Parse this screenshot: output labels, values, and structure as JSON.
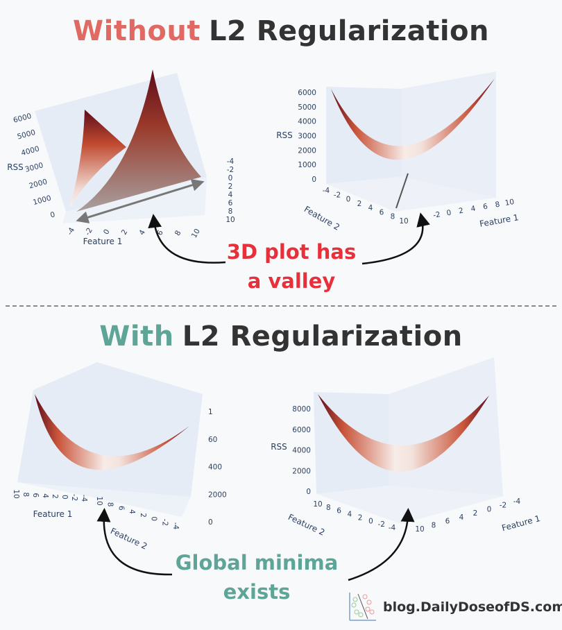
{
  "top": {
    "title_highlight": "Without",
    "title_rest": "L2 Regularization",
    "annotation_line1": "3D plot has",
    "annotation_line2": "a valley"
  },
  "bottom": {
    "title_highlight": "With",
    "title_rest": "L2 Regularization",
    "annotation_line1": "Global minima",
    "annotation_line2": "exists"
  },
  "colors": {
    "without": "#e06a63",
    "with": "#5fa597",
    "valley_note": "#e8303a",
    "surface_dark": "#6b0f1f",
    "surface_light": "#f7ece8",
    "panel": "#e5ecf6"
  },
  "plots": [
    {
      "z_label": "RSS",
      "x_label": "Feature 1",
      "z_ticks": [
        "0",
        "1000",
        "2000",
        "3000",
        "4000",
        "5000",
        "6000"
      ],
      "x_ticks": [
        "-4",
        "-2",
        "0",
        "2",
        "4",
        "6",
        "8",
        "10"
      ],
      "y_ticks": [
        "-4",
        "-2",
        "0",
        "2",
        "4",
        "6",
        "8",
        "10"
      ]
    },
    {
      "z_label": "RSS",
      "x_label": "Feature 1",
      "y_label": "Feature 2",
      "z_ticks": [
        "0",
        "1000",
        "2000",
        "3000",
        "4000",
        "5000",
        "6000"
      ],
      "y_ticks": [
        "-4",
        "-2",
        "0",
        "2",
        "4",
        "6",
        "8",
        "10"
      ],
      "x_ticks": [
        "-2",
        "0",
        "2",
        "4",
        "6",
        "8",
        "10"
      ]
    },
    {
      "x_label": "Feature 1",
      "y_label": "Feature 2",
      "x_ticks": [
        "10",
        "8",
        "6",
        "4",
        "2",
        "0",
        "-2",
        "-4"
      ],
      "y_ticks": [
        "10",
        "8",
        "6",
        "4",
        "2",
        "0",
        "-2",
        "-4"
      ],
      "z_ticks": [
        "0",
        "2000",
        "400",
        "60",
        "1"
      ]
    },
    {
      "z_label": "RSS",
      "x_label": "Feature 1",
      "y_label": "Feature 2",
      "z_ticks": [
        "0",
        "2000",
        "4000",
        "6000",
        "8000"
      ],
      "y_ticks": [
        "10",
        "8",
        "6",
        "4",
        "2",
        "0",
        "-2",
        "-4"
      ],
      "x_ticks": [
        "10",
        "8",
        "6",
        "4",
        "2",
        "0",
        "-2",
        "-4"
      ]
    }
  ],
  "logo": {
    "text": "blog.DailyDoseofDS.com"
  }
}
